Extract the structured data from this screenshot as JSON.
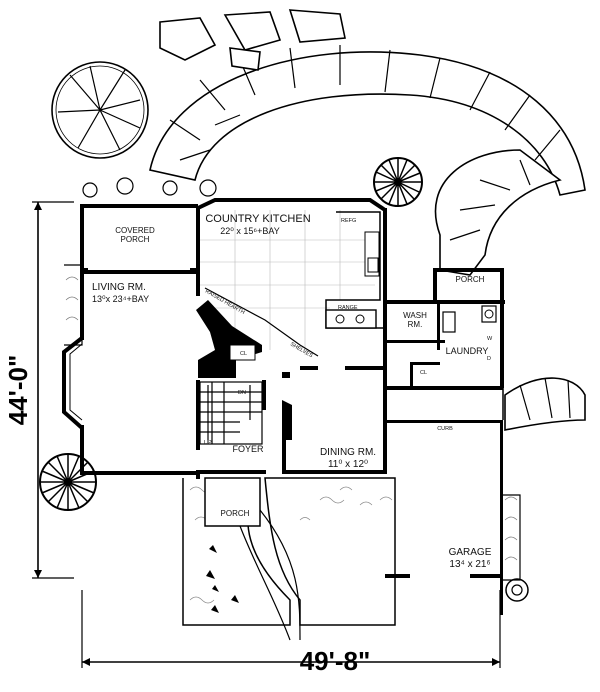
{
  "dimensions": {
    "height": "44'-0\"",
    "width": "49'-8\""
  },
  "rooms": {
    "covered_porch": [
      "COVERED",
      "PORCH"
    ],
    "country_kitchen": {
      "name": "COUNTRY KITCHEN",
      "size": "22⁰ x 15⁶+BAY"
    },
    "living_rm": {
      "name": "LIVING RM.",
      "size": "13⁰x 23⁴+BAY"
    },
    "foyer": "FOYER",
    "dining_rm": {
      "name": "DINING RM.",
      "size": "11⁰ x 12⁰"
    },
    "porch_back": "PORCH",
    "porch_front": "PORCH",
    "wash_rm": [
      "WASH",
      "RM."
    ],
    "laundry": "LAUNDRY",
    "garage": {
      "name": "GARAGE",
      "size": "13⁴ x 21⁶"
    }
  },
  "small_labels": {
    "refg": "REFG",
    "range": "RANGE",
    "raised_hearth": "RAISED HEARTH",
    "shelves": "SHELVES",
    "cl1": "CL",
    "cl2": "CL",
    "dn": "DN",
    "up": "UP",
    "curb": "CURB",
    "w": "W",
    "d": "D"
  }
}
